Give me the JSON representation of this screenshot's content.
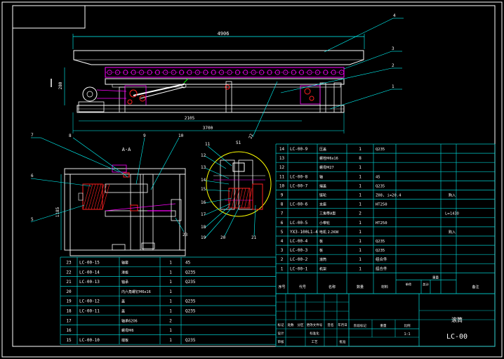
{
  "colors": {
    "background": "#000000",
    "frame": "#ffffff",
    "leader": "#00ffff",
    "table": "#00c8c8",
    "text": "#ffffff",
    "rollers": "#ff00ff",
    "highlight": "#ff2020",
    "green": "#00ff00",
    "yellow": "#ffff00"
  },
  "main_view": {
    "dim_total": "4906",
    "dim_height": "280",
    "dim_mid": "2105",
    "dim_base": "3700",
    "callouts": [
      "4",
      "3",
      "2",
      "1",
      "22"
    ]
  },
  "section_view": {
    "title": "A-A",
    "callouts": [
      "7",
      "8",
      "9",
      "10",
      "6",
      "5",
      "23"
    ],
    "dim_side": "1185"
  },
  "detail_view": {
    "callouts_left": [
      "11",
      "12",
      "13",
      "14",
      "15",
      "16",
      "17",
      "18",
      "19",
      "20"
    ],
    "callouts_right": [
      "21"
    ],
    "marker": "S1"
  },
  "bom_upper": [
    {
      "no": "14",
      "code": "LC-00-9",
      "name": "压盖",
      "qty": "1",
      "mat": "Q235",
      "note": ""
    },
    {
      "no": "13",
      "code": "",
      "name": "螺栓M6x16",
      "qty": "8",
      "mat": "",
      "note": ""
    },
    {
      "no": "12",
      "code": "",
      "name": "螺母M27",
      "qty": "1",
      "mat": "",
      "note": ""
    },
    {
      "no": "11",
      "code": "LC-00-8",
      "name": "轴",
      "qty": "1",
      "mat": "45",
      "note": ""
    },
    {
      "no": "10",
      "code": "LC-00-7",
      "name": "端盖",
      "qty": "1",
      "mat": "Q235",
      "note": ""
    },
    {
      "no": "9",
      "code": "",
      "name": "链轮",
      "qty": "1",
      "mat": "Z08, i=20.4",
      "note": "购入"
    },
    {
      "no": "8",
      "code": "LC-00-6",
      "name": "支座",
      "qty": "1",
      "mat": "HT250",
      "note": ""
    },
    {
      "no": "7",
      "code": "",
      "name": "三角带A型",
      "qty": "2",
      "mat": "",
      "note": "L=1430"
    },
    {
      "no": "6",
      "code": "LC-00-5",
      "name": "小带轮",
      "qty": "1",
      "mat": "HT250",
      "note": ""
    },
    {
      "no": "5",
      "code": "YX3-100L1-4",
      "name": "电机 2.2KW",
      "qty": "1",
      "mat": "",
      "note": "购入"
    },
    {
      "no": "4",
      "code": "LC-00-4",
      "name": "板",
      "qty": "1",
      "mat": "Q235",
      "note": ""
    },
    {
      "no": "3",
      "code": "LC-00-3",
      "name": "板",
      "qty": "1",
      "mat": "Q235",
      "note": ""
    },
    {
      "no": "2",
      "code": "LC-00-2",
      "name": "滚筒",
      "qty": "1",
      "mat": "组合件",
      "note": ""
    },
    {
      "no": "1",
      "code": "LC-00-1",
      "name": "机架",
      "qty": "1",
      "mat": "组合件",
      "note": ""
    }
  ],
  "bom_header": {
    "no": "序号",
    "code": "代号",
    "name": "名称",
    "qty": "数量",
    "mat": "材料",
    "unit": "单件",
    "total": "总计",
    "weight": "重量",
    "note": "备注"
  },
  "bom_lower": [
    {
      "no": "23",
      "code": "LC-00-15",
      "name": "轴套",
      "qty": "1",
      "mat": "45"
    },
    {
      "no": "22",
      "code": "LC-00-14",
      "name": "滑板",
      "qty": "1",
      "mat": "Q235"
    },
    {
      "no": "21",
      "code": "LC-00-13",
      "name": "轴承",
      "qty": "1",
      "mat": "Q235"
    },
    {
      "no": "20",
      "code": "",
      "name": "内六角螺钉M6x16",
      "qty": "1",
      "mat": ""
    },
    {
      "no": "19",
      "code": "LC-00-12",
      "name": "盖",
      "qty": "1",
      "mat": "Q235"
    },
    {
      "no": "18",
      "code": "LC-00-11",
      "name": "盖",
      "qty": "1",
      "mat": "Q235"
    },
    {
      "no": "17",
      "code": "",
      "name": "轴承6206",
      "qty": "2",
      "mat": ""
    },
    {
      "no": "16",
      "code": "",
      "name": "螺母M6",
      "qty": "1",
      "mat": ""
    },
    {
      "no": "15",
      "code": "LC-00-10",
      "name": "端板",
      "qty": "1",
      "mat": "Q235"
    }
  ],
  "title_block": {
    "drawing_name": "滚筒",
    "drawing_no": "LC-00",
    "scale": "1:1",
    "labels": [
      "标记",
      "处数",
      "分区",
      "更改文件号",
      "签名",
      "年月日",
      "设计",
      "标准化",
      "阶段标记",
      "重量",
      "比例",
      "审核",
      "工艺",
      "批准"
    ]
  }
}
